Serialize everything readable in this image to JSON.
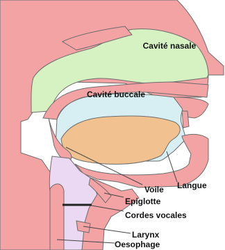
{
  "labels": {
    "nasal": "Cavité nasale",
    "buccal": "Cavité buccale",
    "voile": "Voile",
    "langue": "Langue",
    "epiglotte": "Epiglotte",
    "cordes": "Cordes vocales",
    "larynx": "Larynx",
    "oesophage": "Oesophage"
  },
  "colors": {
    "tissue": "#f4a3a5",
    "outline": "#6b6b6b",
    "nasal_cavity": "#d6f2c3",
    "buccal_cavity": "#d7eff3",
    "tongue": "#f1c28f",
    "pharynx": "#ebd9f3",
    "background": "#ffffff"
  }
}
